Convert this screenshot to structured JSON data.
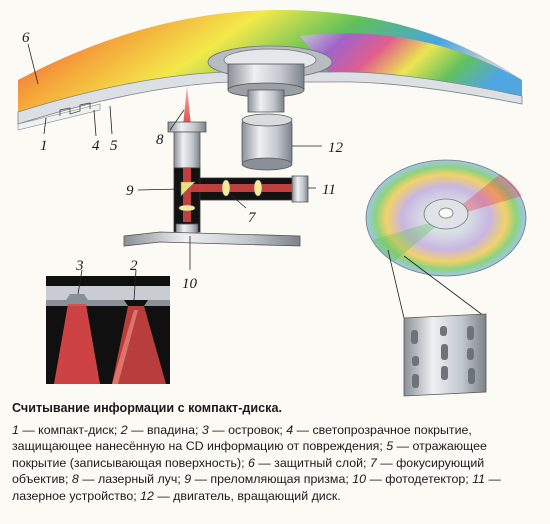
{
  "labels": {
    "l1": "1",
    "l2": "2",
    "l3": "3",
    "l4": "4",
    "l5": "5",
    "l6": "6",
    "l7": "7",
    "l8": "8",
    "l9": "9",
    "l10": "10",
    "l11": "11",
    "l12": "12"
  },
  "caption": {
    "title": "Считывание информации с компакт-диска.",
    "items": [
      {
        "num": "1",
        "text": " — компакт-диск; "
      },
      {
        "num": "2",
        "text": " — впадина; "
      },
      {
        "num": "3",
        "text": " — островок; "
      },
      {
        "num": "4",
        "text": " — светопрозрачное покрытие, защищающее нанесённую на CD информацию от повреждения; "
      },
      {
        "num": "5",
        "text": " — отражающее покрытие (записывающая поверхность); "
      },
      {
        "num": "6",
        "text": " — защитный слой; "
      },
      {
        "num": "7",
        "text": " — фокусирующий объектив; "
      },
      {
        "num": "8",
        "text": " — лазерный луч; "
      },
      {
        "num": "9",
        "text": " — преломляющая призма; "
      },
      {
        "num": "10",
        "text": " — фотодетектор; "
      },
      {
        "num": "11",
        "text": " — лазерное устройство; "
      },
      {
        "num": "12",
        "text": " — двигатель, вращающий диск."
      }
    ]
  },
  "colors": {
    "disc_rainbow": [
      "#e8364a",
      "#f5a33a",
      "#f3e94a",
      "#5fc05a",
      "#4aa4e0",
      "#a35fd0",
      "#e8364a"
    ],
    "laser": "#e24848",
    "metal": "#b9bec4"
  }
}
